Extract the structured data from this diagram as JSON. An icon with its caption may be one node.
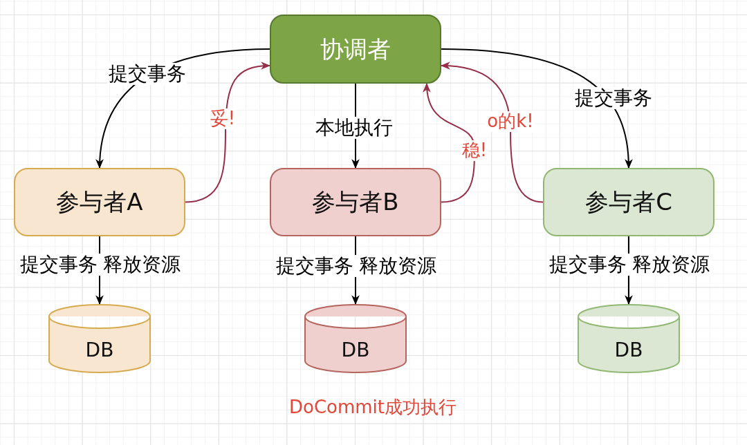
{
  "diagram": {
    "caption": "DoCommit成功执行",
    "nodes": [
      {
        "text": [
          "协调者"
        ]
      },
      {
        "text": [
          "参与者A"
        ]
      },
      {
        "text": [
          "参与者B"
        ]
      },
      {
        "text": [
          "参与者C"
        ]
      },
      {
        "text": [
          "DB"
        ]
      },
      {
        "text": [
          "DB"
        ]
      },
      {
        "text": [
          "DB"
        ]
      }
    ],
    "edges": [
      {
        "from": 0,
        "to": 1,
        "arrow": "to",
        "label": "提交事务"
      },
      {
        "from": 0,
        "to": 2,
        "arrow": "to",
        "label": "本地执行"
      },
      {
        "from": 0,
        "to": 3,
        "arrow": "to",
        "label": "提交事务"
      },
      {
        "from": 1,
        "to": 0,
        "arrow": "to",
        "label": "妥!",
        "color": "#962d49"
      },
      {
        "from": 2,
        "to": 0,
        "arrow": "to",
        "label": "稳!",
        "color": "#962d49"
      },
      {
        "from": 3,
        "to": 0,
        "arrow": "to",
        "label": "o的k!",
        "color": "#962d49"
      },
      {
        "from": 1,
        "to": 4,
        "arrow": "to",
        "label": "提交事务 释放资源"
      },
      {
        "from": 2,
        "to": 5,
        "arrow": "to",
        "label": "提交事务 释放资源"
      },
      {
        "from": 3,
        "to": 6,
        "arrow": "to",
        "label": "提交事务 释放资源"
      }
    ]
  }
}
